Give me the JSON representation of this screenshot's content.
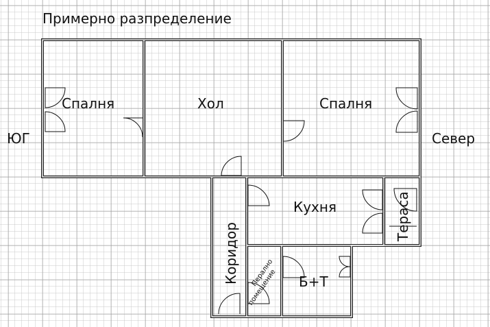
{
  "title": "Примерно разпределение",
  "directions": {
    "left": "ЮГ",
    "right": "Север"
  },
  "rooms": {
    "bedroom_left": "Спалня",
    "hall": "Хол",
    "bedroom_right": "Спалня",
    "kitchen": "Кухня",
    "terrace": "Тераса",
    "corridor": "Коридор",
    "laundry_line1": "Перално",
    "laundry_line2": "помещение",
    "bathroom": "Б+Т"
  },
  "colors": {
    "grid_minor": "#c8c8c8",
    "grid_major": "#9a9a9a",
    "wall": "#222222",
    "text": "#111111"
  }
}
